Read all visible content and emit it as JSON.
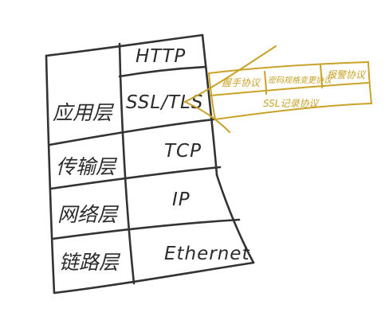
{
  "colors": {
    "ink": "#333333",
    "gold": "#c9a227",
    "background": "#ffffff"
  },
  "layers": [
    {
      "name": "应用层",
      "protocol": "HTTP"
    },
    {
      "name": "应用层",
      "protocol": "SSL/TLS"
    },
    {
      "name": "传输层",
      "protocol": "TCP"
    },
    {
      "name": "网络层",
      "protocol": "IP"
    },
    {
      "name": "链路层",
      "protocol": "Ethernet"
    }
  ],
  "application_layer_label": "应用层",
  "ssl_expansion": {
    "top_row": [
      "握手协议",
      "密码规格变更协议",
      "报警协议"
    ],
    "bottom_row": "SSL记录协议"
  }
}
